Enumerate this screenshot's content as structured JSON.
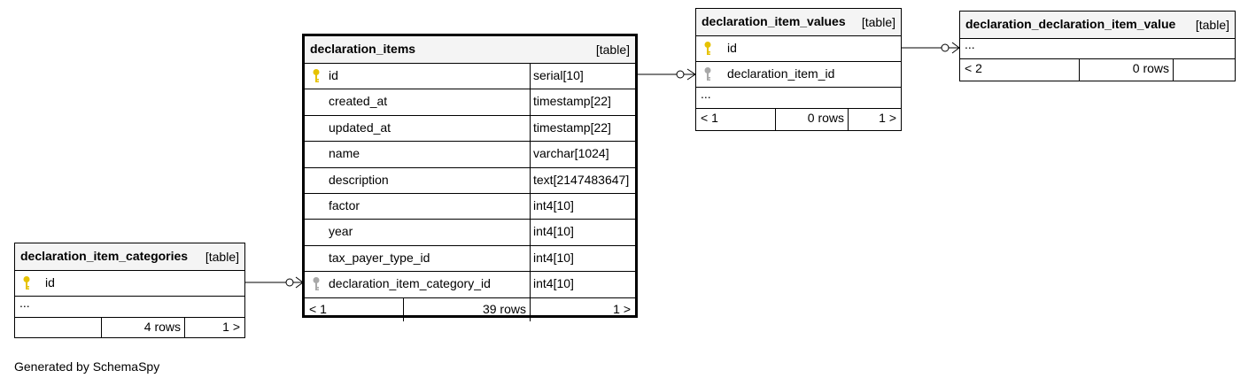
{
  "tables": {
    "declaration_items": {
      "name": "declaration_items",
      "tag": "[table]",
      "columns": [
        {
          "name": "id",
          "type": "serial[10]",
          "key": "primary"
        },
        {
          "name": "created_at",
          "type": "timestamp[22]",
          "key": "none"
        },
        {
          "name": "updated_at",
          "type": "timestamp[22]",
          "key": "none"
        },
        {
          "name": "name",
          "type": "varchar[1024]",
          "key": "none"
        },
        {
          "name": "description",
          "type": "text[2147483647]",
          "key": "none"
        },
        {
          "name": "factor",
          "type": "int4[10]",
          "key": "none"
        },
        {
          "name": "year",
          "type": "int4[10]",
          "key": "none"
        },
        {
          "name": "tax_payer_type_id",
          "type": "int4[10]",
          "key": "none"
        },
        {
          "name": "declaration_item_category_id",
          "type": "int4[10]",
          "key": "foreign"
        }
      ],
      "footer": {
        "left": "< 1",
        "rows": "39 rows",
        "right": "1 >"
      }
    },
    "declaration_item_values": {
      "name": "declaration_item_values",
      "tag": "[table]",
      "columns": [
        {
          "name": "id",
          "key": "primary"
        },
        {
          "name": "declaration_item_id",
          "key": "foreign"
        }
      ],
      "ellipsis": "...",
      "footer": {
        "left": "< 1",
        "rows": "0 rows",
        "right": "1 >"
      }
    },
    "declaration_declaration_item_value": {
      "name": "declaration_declaration_item_value",
      "tag": "[table]",
      "ellipsis": "...",
      "footer": {
        "left": "< 2",
        "rows": "0 rows",
        "right": ""
      }
    },
    "declaration_item_categories": {
      "name": "declaration_item_categories",
      "tag": "[table]",
      "columns": [
        {
          "name": "id",
          "key": "primary"
        }
      ],
      "ellipsis": "...",
      "footer": {
        "left": "",
        "rows": "4 rows",
        "right": "1 >"
      }
    }
  },
  "colors": {
    "primary_key": "#e6c200",
    "foreign_key": "#a8a8a8",
    "header_bg": "#f4f4f4"
  },
  "credit": "Generated by SchemaSpy"
}
